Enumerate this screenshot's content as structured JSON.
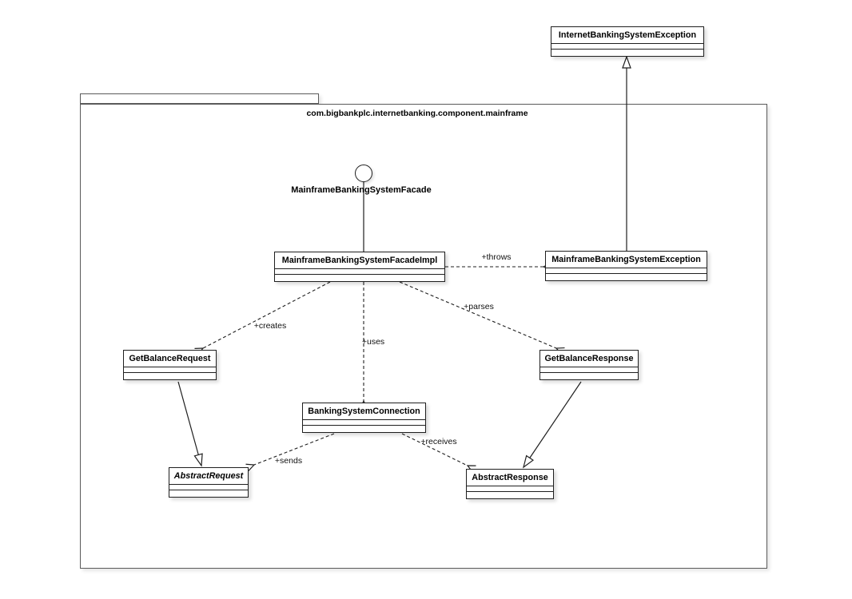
{
  "diagram": {
    "type": "uml-class-diagram",
    "package": {
      "name": "com.bigbankplc.internetbanking.component.mainframe"
    },
    "interface": {
      "name": "MainframeBankingSystemFacade",
      "notation": "lollipop"
    },
    "classes": {
      "internetException": {
        "name": "InternetBankingSystemException"
      },
      "mainframeException": {
        "name": "MainframeBankingSystemException"
      },
      "facadeImpl": {
        "name": "MainframeBankingSystemFacadeImpl"
      },
      "getBalanceRequest": {
        "name": "GetBalanceRequest"
      },
      "getBalanceResponse": {
        "name": "GetBalanceResponse"
      },
      "bankingSystemConnection": {
        "name": "BankingSystemConnection"
      },
      "abstractRequest": {
        "name": "AbstractRequest",
        "abstract": true
      },
      "abstractResponse": {
        "name": "AbstractResponse"
      }
    },
    "relationships": {
      "realizes": {
        "label": "",
        "from": "MainframeBankingSystemFacadeImpl",
        "to": "MainframeBankingSystemFacade",
        "style": "lollipop-realization"
      },
      "throws": {
        "label": "+throws",
        "from": "MainframeBankingSystemFacadeImpl",
        "to": "MainframeBankingSystemException",
        "style": "dashed-dependency"
      },
      "creates": {
        "label": "+creates",
        "from": "MainframeBankingSystemFacadeImpl",
        "to": "GetBalanceRequest",
        "style": "dashed-dependency"
      },
      "uses": {
        "label": "+uses",
        "from": "MainframeBankingSystemFacadeImpl",
        "to": "BankingSystemConnection",
        "style": "dashed-dependency"
      },
      "parses": {
        "label": "+parses",
        "from": "MainframeBankingSystemFacadeImpl",
        "to": "GetBalanceResponse",
        "style": "dashed-dependency"
      },
      "sends": {
        "label": "+sends",
        "from": "BankingSystemConnection",
        "to": "AbstractRequest",
        "style": "dashed-dependency"
      },
      "receives": {
        "label": "+receives",
        "from": "BankingSystemConnection",
        "to": "AbstractResponse",
        "style": "dashed-dependency"
      },
      "extendsException": {
        "label": "",
        "from": "MainframeBankingSystemException",
        "to": "InternetBankingSystemException",
        "style": "generalization"
      },
      "requestExtends": {
        "label": "",
        "from": "GetBalanceRequest",
        "to": "AbstractRequest",
        "style": "generalization"
      },
      "responseExtends": {
        "label": "",
        "from": "GetBalanceResponse",
        "to": "AbstractResponse",
        "style": "generalization"
      }
    },
    "colors": {
      "background": "#ffffff",
      "box_fill": "#ffffff",
      "box_border": "#1f1f1f",
      "package_border": "#5a5a5a",
      "line": "#1f1f1f"
    }
  }
}
